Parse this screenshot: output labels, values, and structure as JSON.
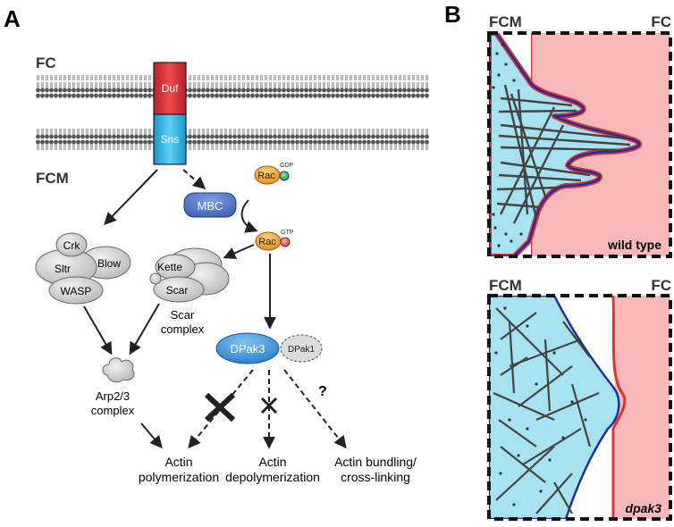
{
  "panel_a": {
    "label": "A",
    "fc": "FC",
    "fcm": "FCM",
    "duf": "Duf",
    "sns": "Sns",
    "mbc": "MBC",
    "rac": "Rac",
    "gdp": "GDP",
    "gtp": "GTP",
    "crk": "Crk",
    "sltr": "Sltr",
    "blow": "Blow",
    "wasp": "WASP",
    "kette": "Kette",
    "scar": "Scar",
    "scar_complex_1": "Scar",
    "scar_complex_2": "complex",
    "arp_1": "Arp2/3",
    "arp_2": "complex",
    "dpak3": "DPak3",
    "dpak1": "DPak1",
    "question": "?",
    "out1_1": "Actin",
    "out1_2": "polymerization",
    "out2_1": "Actin",
    "out2_2": "depolymerization",
    "out3_1": "Actin bundling/",
    "out3_2": "cross-linking"
  },
  "panel_b": {
    "label": "B",
    "top_fcm": "FCM",
    "top_fc": "FC",
    "top_caption": "wild type",
    "bottom_fcm": "FCM",
    "bottom_fc": "FC",
    "bottom_caption": "dpak3"
  },
  "colors": {
    "fcm_cyan": "#a6e3ef",
    "fc_pink": "#f6b8b8",
    "red": "#e03131",
    "blue": "#1f2fa0",
    "duf_red": "#d9303a",
    "sns_cyan": "#2bb7ea",
    "mbc_blue": "#4a6fc4",
    "rac_orange": "#f0a030",
    "dpak3_blue": "#3b8fd6"
  }
}
